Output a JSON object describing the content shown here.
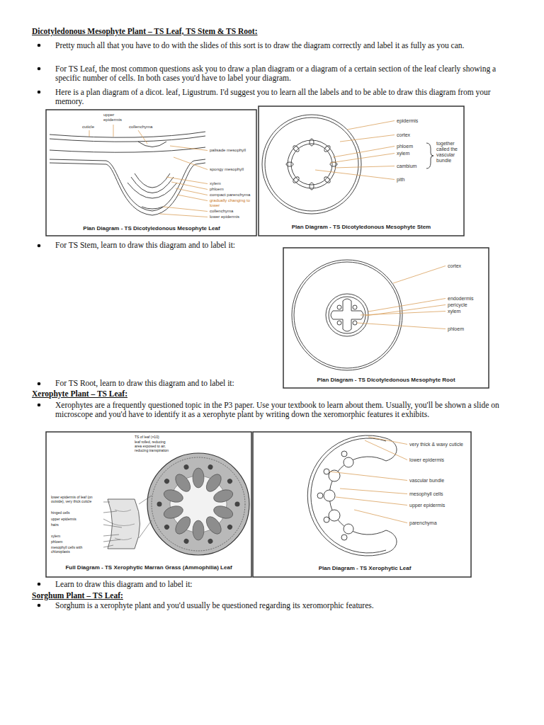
{
  "diagram": {
    "title": "Dicotyledonous Mesophyte Plant – TS Leaf, TS Stem & TS Root:",
    "labels": [
      "Pretty much all that you have to do with the slides of this sort is to draw the diagram correctly and label it as fully as you can.",
      "For TS Leaf, the most common questions ask you to draw a plan diagram or a diagram of a certain section of the leaf clearly showing a specific number of cells. In both cases you'd have to label your diagram.",
      "Here is a plan diagram of a dicot. leaf, Ligustrum. I'd suggest you to learn all the labels and to be able to draw this diagram from your memory.",
      "upper epidermis",
      "cuticle",
      "collenchyma",
      "palisade mesophyll",
      "spongy mesophyll",
      "xylem",
      "phloem",
      "compact parenchyma",
      "gradually changing to lower",
      "collenchyma",
      "lower epidermis",
      "Plan Diagram - TS Dicotyledonous Mesophyte Leaf",
      "epidermis",
      "cortex",
      "phloem",
      "xylem",
      "together called the vascular bundle",
      "cambium",
      "pith",
      "Plan Diagram - TS Dicotyledonous Mesophyte Stem",
      "For TS Stem, learn to draw this diagram and to label it:",
      "cortex",
      "endodermis",
      "pericycle",
      "xylem",
      "phloem",
      "Plan Diagram - TS Dicotyledonous Mesophyte Root",
      "For TS Root, learn to draw this diagram and to label it:",
      "Xerophyte Plant – TS Leaf:",
      "Xerophytes are a frequently questioned topic in the P3 paper. Use your textbook to learn about them. Usually, you'll be shown a slide on microscope and you'd have to identify it as a xerophyte plant by writing down the xeromorphic features it exhibits.",
      "TS of leaf (×10)",
      "leaf rolled, reducing area exposed to air, reducing transpiration",
      "lower epidermis of leaf (on outside), very thick cuticle",
      "hinged cells",
      "upper epidermis",
      "hairs",
      "xylem",
      "phloem",
      "mesophyll cells with chloroplasts",
      "Full Diagram - TS Xerophytic Marran Grass (Ammophilia) Leaf",
      "very thick & waxy cuticle",
      "lower epidermis",
      "vascular bundle",
      "mesophyll cells",
      "upper epidermis",
      "parenchyma",
      "Plan Diagram - TS Xerophytic Leaf",
      "Learn to draw this diagram and to label it:",
      "Sorghum Plant – TS Leaf:",
      "Sorghum is a xerophyte plant and you'd usually be questioned regarding its xeromorphic features."
    ]
  }
}
